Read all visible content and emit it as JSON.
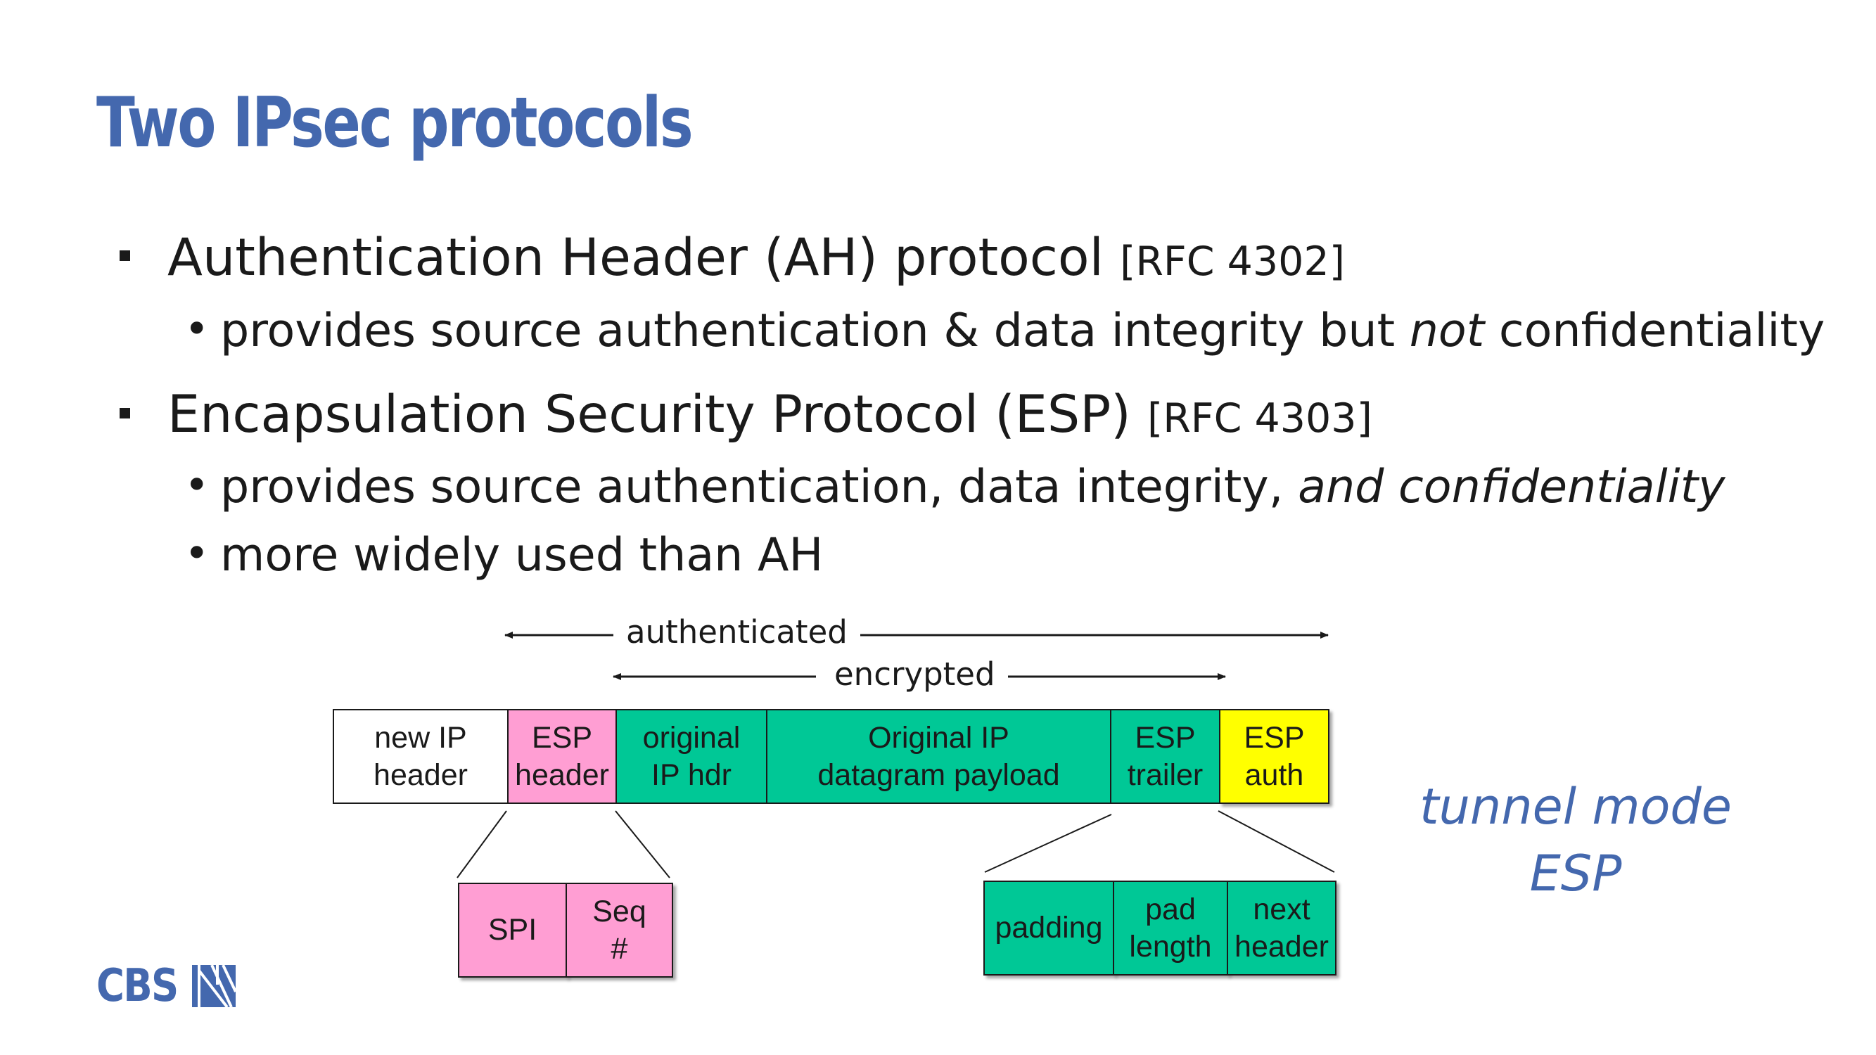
{
  "slide": {
    "title": "Two IPsec protocols",
    "bullets": [
      {
        "main": "Authentication Header (AH) protocol",
        "ref": "[RFC 4302]"
      },
      {
        "main": "Encapsulation Security Protocol (ESP)",
        "ref": "[RFC 4303]"
      }
    ],
    "sub": {
      "ah_pre": "provides source authentication & data integrity but ",
      "ah_em": "not",
      "ah_post": " confidentiality",
      "esp_pre": "provides source authentication, data integrity, ",
      "esp_em": "and confidentiality",
      "esp2": "more widely used than AH"
    }
  },
  "diagram": {
    "authenticated_label": "authenticated",
    "encrypted_label": "encrypted",
    "packet_fields": {
      "new_ip_header": "new IP\nheader",
      "esp_header": "ESP\nheader",
      "original_ip_hdr": "original\nIP hdr",
      "payload": "Original IP\ndatagram payload",
      "esp_trailer": "ESP\ntrailer",
      "esp_auth": "ESP\nauth"
    },
    "header_fields": {
      "spi": "SPI",
      "seq": "Seq\n#"
    },
    "trailer_fields": {
      "padding": "padding",
      "pad_length": "pad\nlength",
      "next_header": "next\nheader"
    },
    "mode_label": "tunnel mode\nESP"
  },
  "logo": {
    "text": "CBS"
  },
  "colors": {
    "accent": "#4468ae",
    "green": "#00c896",
    "pink": "#ff9ed3",
    "yellow": "#ffff00"
  }
}
